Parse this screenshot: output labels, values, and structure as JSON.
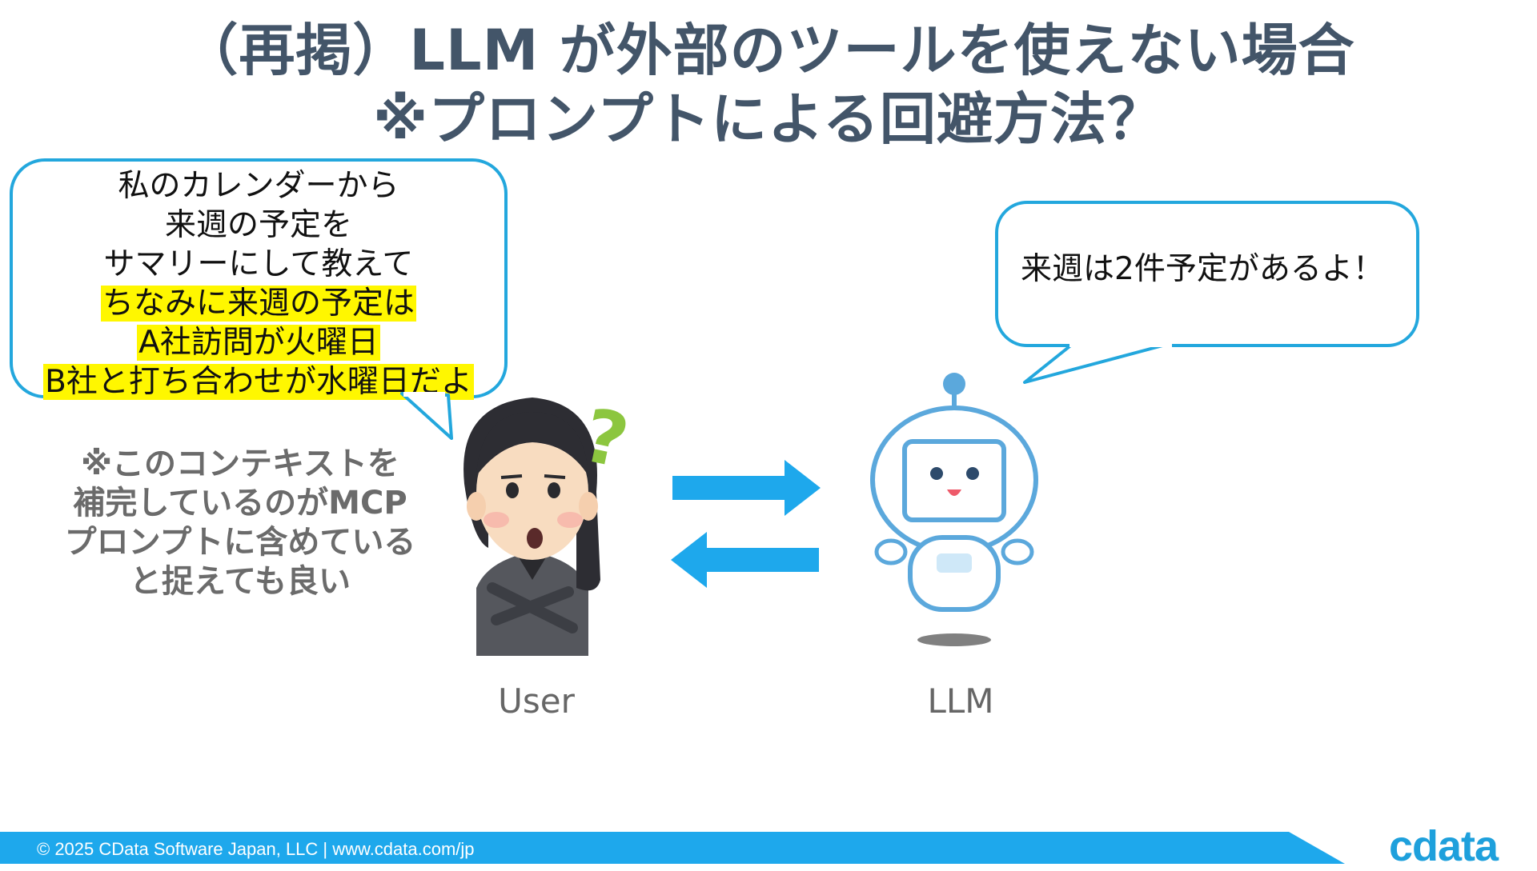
{
  "title": {
    "line1": "（再掲）LLM が外部のツールを使えない場合",
    "line2": "※プロンプトによる回避方法？"
  },
  "user_bubble": {
    "lines": [
      "私のカレンダーから",
      "来週の予定を",
      "サマリーにして教えて"
    ],
    "highlight_lines": [
      "ちなみに来週の予定は",
      "A社訪問が火曜日",
      "B社と打ち合わせが水曜日だよ"
    ]
  },
  "llm_bubble": {
    "text": "来週は2件予定があるよ！"
  },
  "note": {
    "lines": [
      "※このコンテキストを",
      "補完しているのがMCP",
      "プロンプトに含めている",
      "と捉えても良い"
    ]
  },
  "labels": {
    "user": "User",
    "llm": "LLM"
  },
  "question_mark": "?",
  "footer": {
    "text": "© 2025 CData Software Japan, LLC |  www.cdata.com/jp",
    "logo": "cdata"
  },
  "colors": {
    "title": "#435569",
    "bubble_border": "#23a7dd",
    "highlight": "#fff700",
    "arrow": "#1ea8ec",
    "footer_bar": "#1ea8ec",
    "note": "#6b6b6b"
  }
}
